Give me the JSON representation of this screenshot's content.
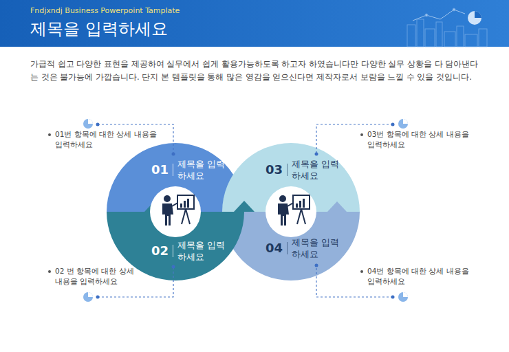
{
  "diagram": {
    "title": "제목을 입력하세요",
    "nodes": [
      {
        "text": [
          "01",
          "제목을 입력 하세요"
        ]
      },
      {
        "text": [
          "03",
          "제목을 입력 하세요"
        ]
      },
      {
        "text": [
          "02",
          "제목을 입력 하세요"
        ]
      },
      {
        "text": [
          "04",
          "제목을 입력 하세요"
        ]
      }
    ],
    "labels": [
      "Fndjxndj Business Powerpoint Tamplate",
      "가급적 쉽고 다양한 표현을 제공하여 실무에서 쉽게  활용가능하도록 하고자 하였습니다만 다양한 실무 상황을 다 담아낸다는 것은 불가능에 가깝습니다.  단지 본 템플릿을 통해 많은 영감을 얻으신다면 제작자로서 보람을 느낄 수 있을 것입니다.",
      "01번 항목에 대한 상세  내용을 입력하세요",
      "03번 항목에 대한 상세  내용을 입력하세요",
      "02 번 항목에 대한 상세  내용을 입력하세요",
      "04번 항목에 대한 상세  내용을 입력하세요"
    ]
  }
}
